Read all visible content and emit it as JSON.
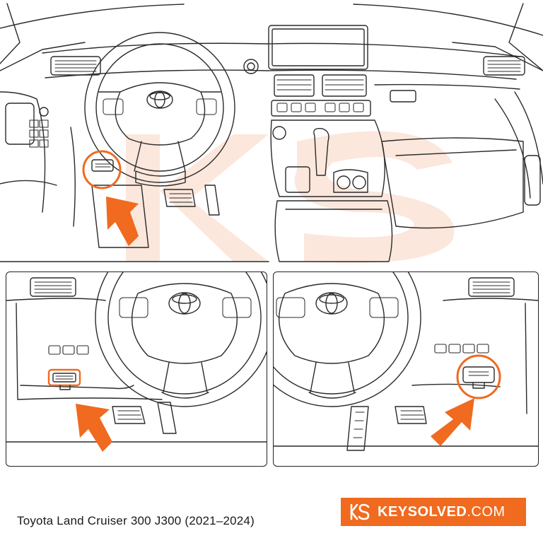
{
  "caption": "Toyota Land Cruiser 300 J300 (2021–2024)",
  "brand": {
    "name_bold": "KEYSOLVED",
    "name_suffix": ".COM",
    "logo_mark": "KS",
    "background": "#f06a1f"
  },
  "colors": {
    "accent": "#f06a1f",
    "line": "#2a2a2a",
    "watermark": "#fbe3d6"
  },
  "icons": {
    "pointer": "orange-arrow-icon",
    "highlight": "orange-circle-highlight",
    "port": "obd-port-icon",
    "emblem": "toyota-emblem-icon"
  }
}
